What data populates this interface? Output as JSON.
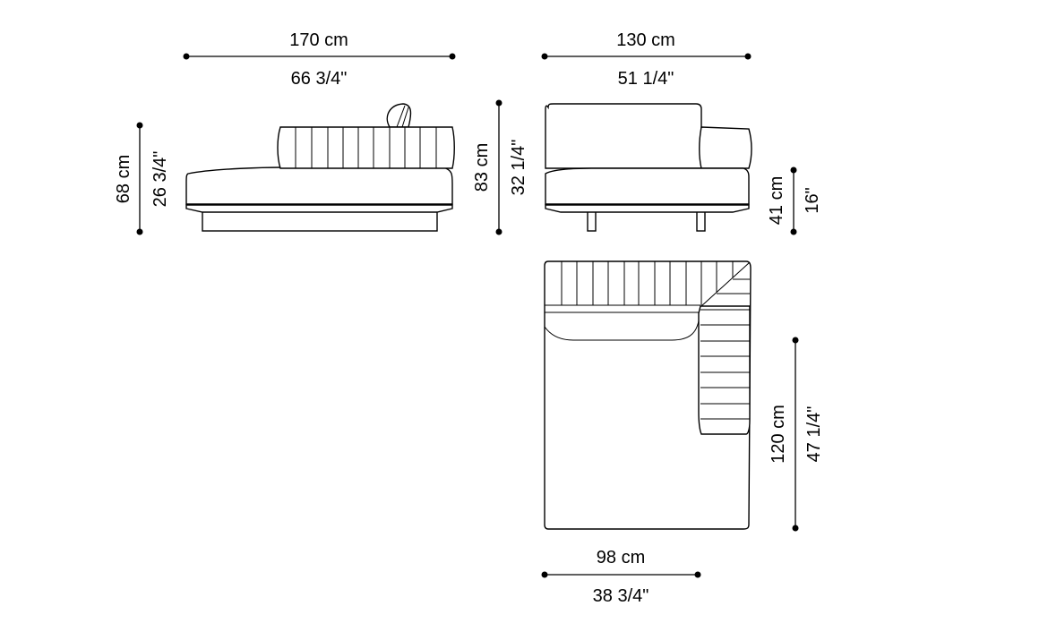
{
  "dimensions": {
    "side_width": {
      "metric": "170 cm",
      "imperial": "66 3/4\""
    },
    "front_width": {
      "metric": "130 cm",
      "imperial": "51 1/4\""
    },
    "side_height": {
      "metric": "68 cm",
      "imperial": "26 3/4\""
    },
    "front_height": {
      "metric": "83 cm",
      "imperial": "32 1/4\""
    },
    "seat_height": {
      "metric": "41 cm",
      "imperial": "16\""
    },
    "plan_depth": {
      "metric": "120 cm",
      "imperial": "47 1/4\""
    },
    "plan_width": {
      "metric": "98 cm",
      "imperial": "38 3/4\""
    }
  }
}
